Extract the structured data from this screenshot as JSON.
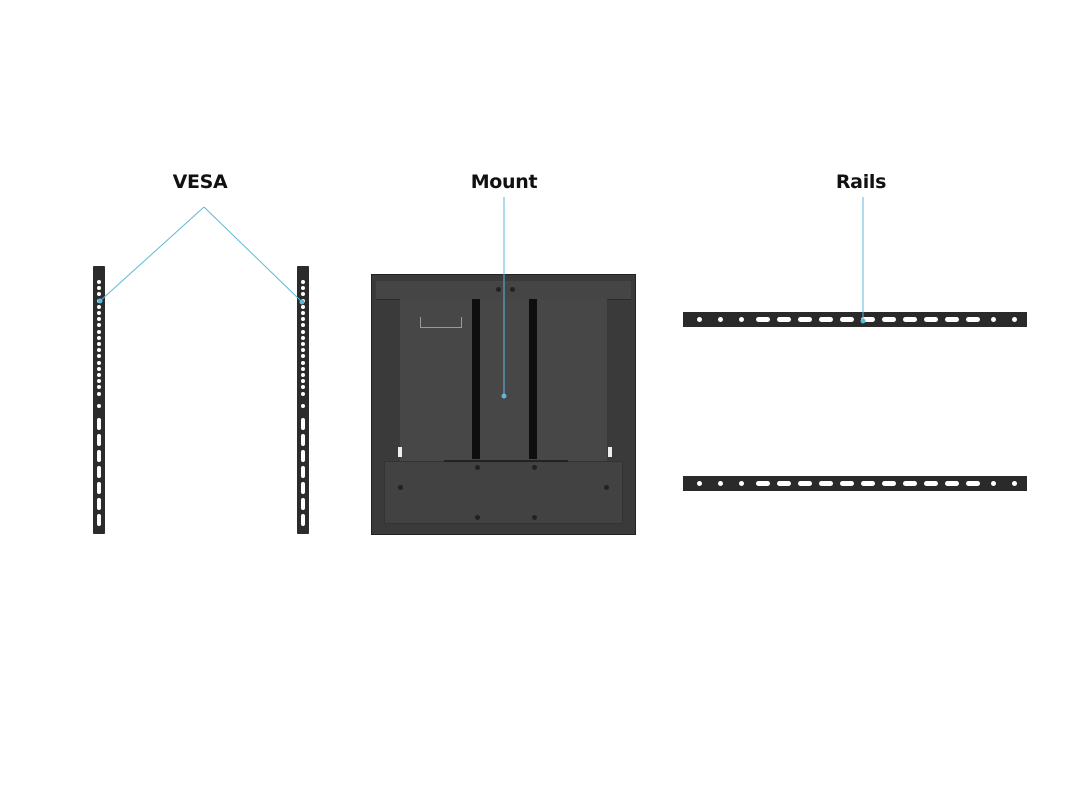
{
  "labels": {
    "vesa": "VESA",
    "mount": "Mount",
    "rails": "Rails"
  },
  "colors": {
    "leader_line": "#5fb8d8",
    "metal": "#2b2b2b"
  }
}
